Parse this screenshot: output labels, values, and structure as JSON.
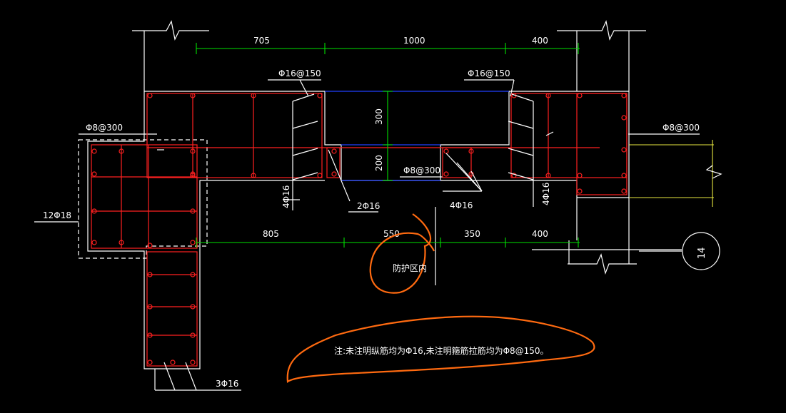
{
  "dimensions": {
    "top": [
      "705",
      "1000",
      "400"
    ],
    "bottom": [
      "805",
      "550",
      "350",
      "400"
    ],
    "vertical": [
      "300",
      "200"
    ]
  },
  "rebar_labels": {
    "top_left": "Φ16@150",
    "top_right": "Φ16@150",
    "left_tie": "Φ8@300",
    "right_tie": "Φ8@300",
    "center_tie": "Φ8@300",
    "left_long": "12Φ18",
    "left_vertical": "4Φ16",
    "mid_left": "2Φ16",
    "mid_right": "4Φ16",
    "right_vertical": "4Φ16",
    "bottom": "3Φ16"
  },
  "annotations": {
    "zone": "防护区内",
    "note": "注:未注明纵筋均为Φ16,未注明箍筋拉筋均为Φ8@150。",
    "section_mark": "14"
  },
  "colors": {
    "background": "#000000",
    "outline": "#ffffff",
    "rebar": "#ff2020",
    "dimension": "#00e000",
    "opening": "#2040ff",
    "beam": "#e8e840",
    "markup": "#ff6a10"
  }
}
